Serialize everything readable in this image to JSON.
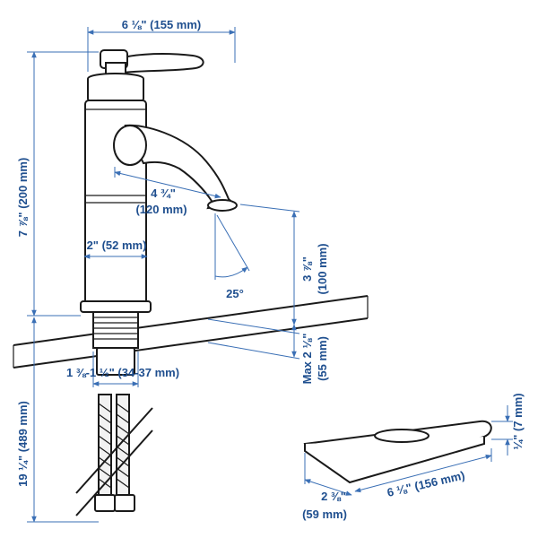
{
  "diagram": {
    "dimensions": {
      "top_width": "6 ⅛\" (155 mm)",
      "total_height": "7 ⅞\" (200 mm)",
      "spout_reach_imperial": "4 ¾\"",
      "spout_reach_metric": "(120 mm)",
      "body_diameter": "2\" (52 mm)",
      "spout_angle": "25°",
      "spout_height_imperial": "3 ⅞\"",
      "spout_height_metric": "(100 mm)",
      "counter_thickness_imperial": "Max 2 ⅛\"",
      "counter_thickness_metric": "(55 mm)",
      "hole_diameter": "1 ⅜-1 ½\" (34-37 mm)",
      "hose_length": "19 ¼\" (489 mm)",
      "plate_depth_imperial": "2 ⅜\"",
      "plate_depth_metric": "(59 mm)",
      "plate_width": "6 ⅛\" (156 mm)",
      "plate_thickness": "¼\" (7 mm)"
    }
  }
}
